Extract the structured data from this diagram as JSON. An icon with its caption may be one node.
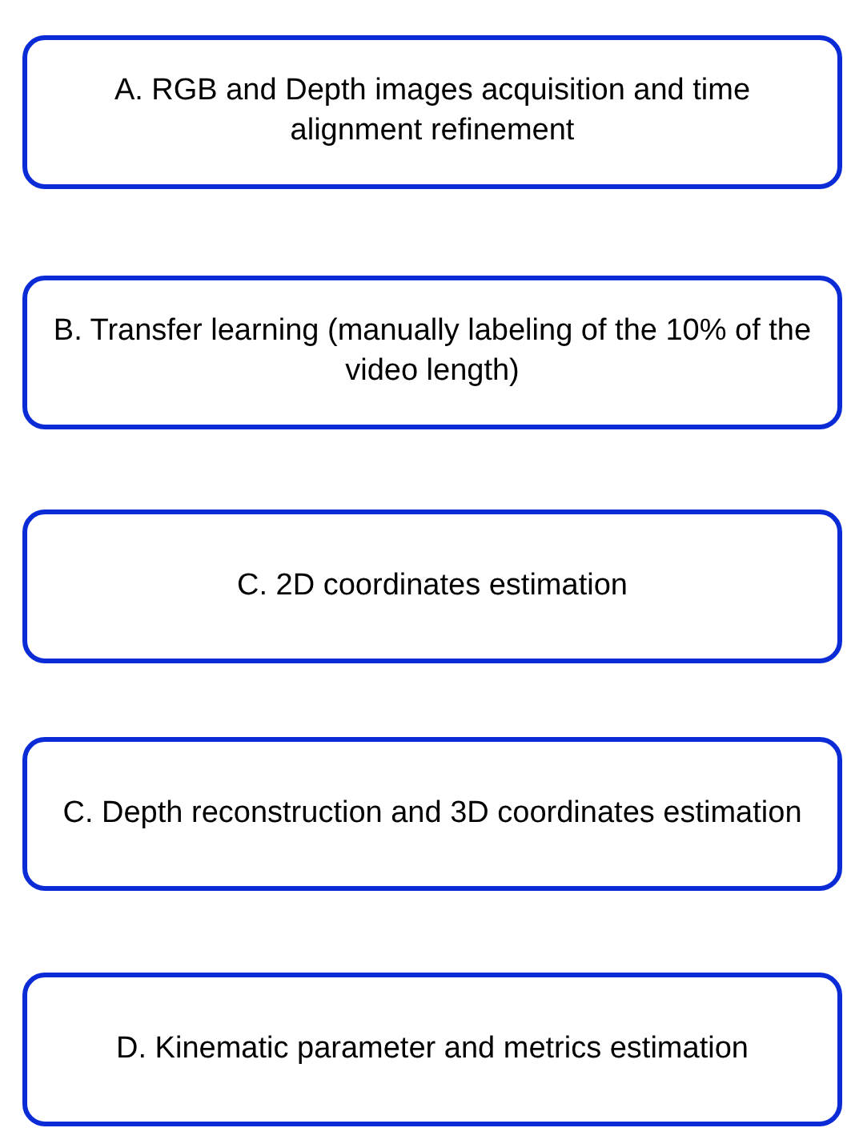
{
  "diagram": {
    "nodes": [
      {
        "text": [
          "A. RGB and Depth images acquisition and time alignment refinement"
        ]
      },
      {
        "text": [
          "B. Transfer learning (manually labeling of the 10% of the video length)"
        ]
      },
      {
        "text": [
          "C. 2D coordinates estimation"
        ]
      },
      {
        "text": [
          "C. Depth reconstruction and 3D coordinates estimation"
        ]
      },
      {
        "text": [
          "D. Kinematic parameter and metrics estimation"
        ]
      }
    ]
  }
}
